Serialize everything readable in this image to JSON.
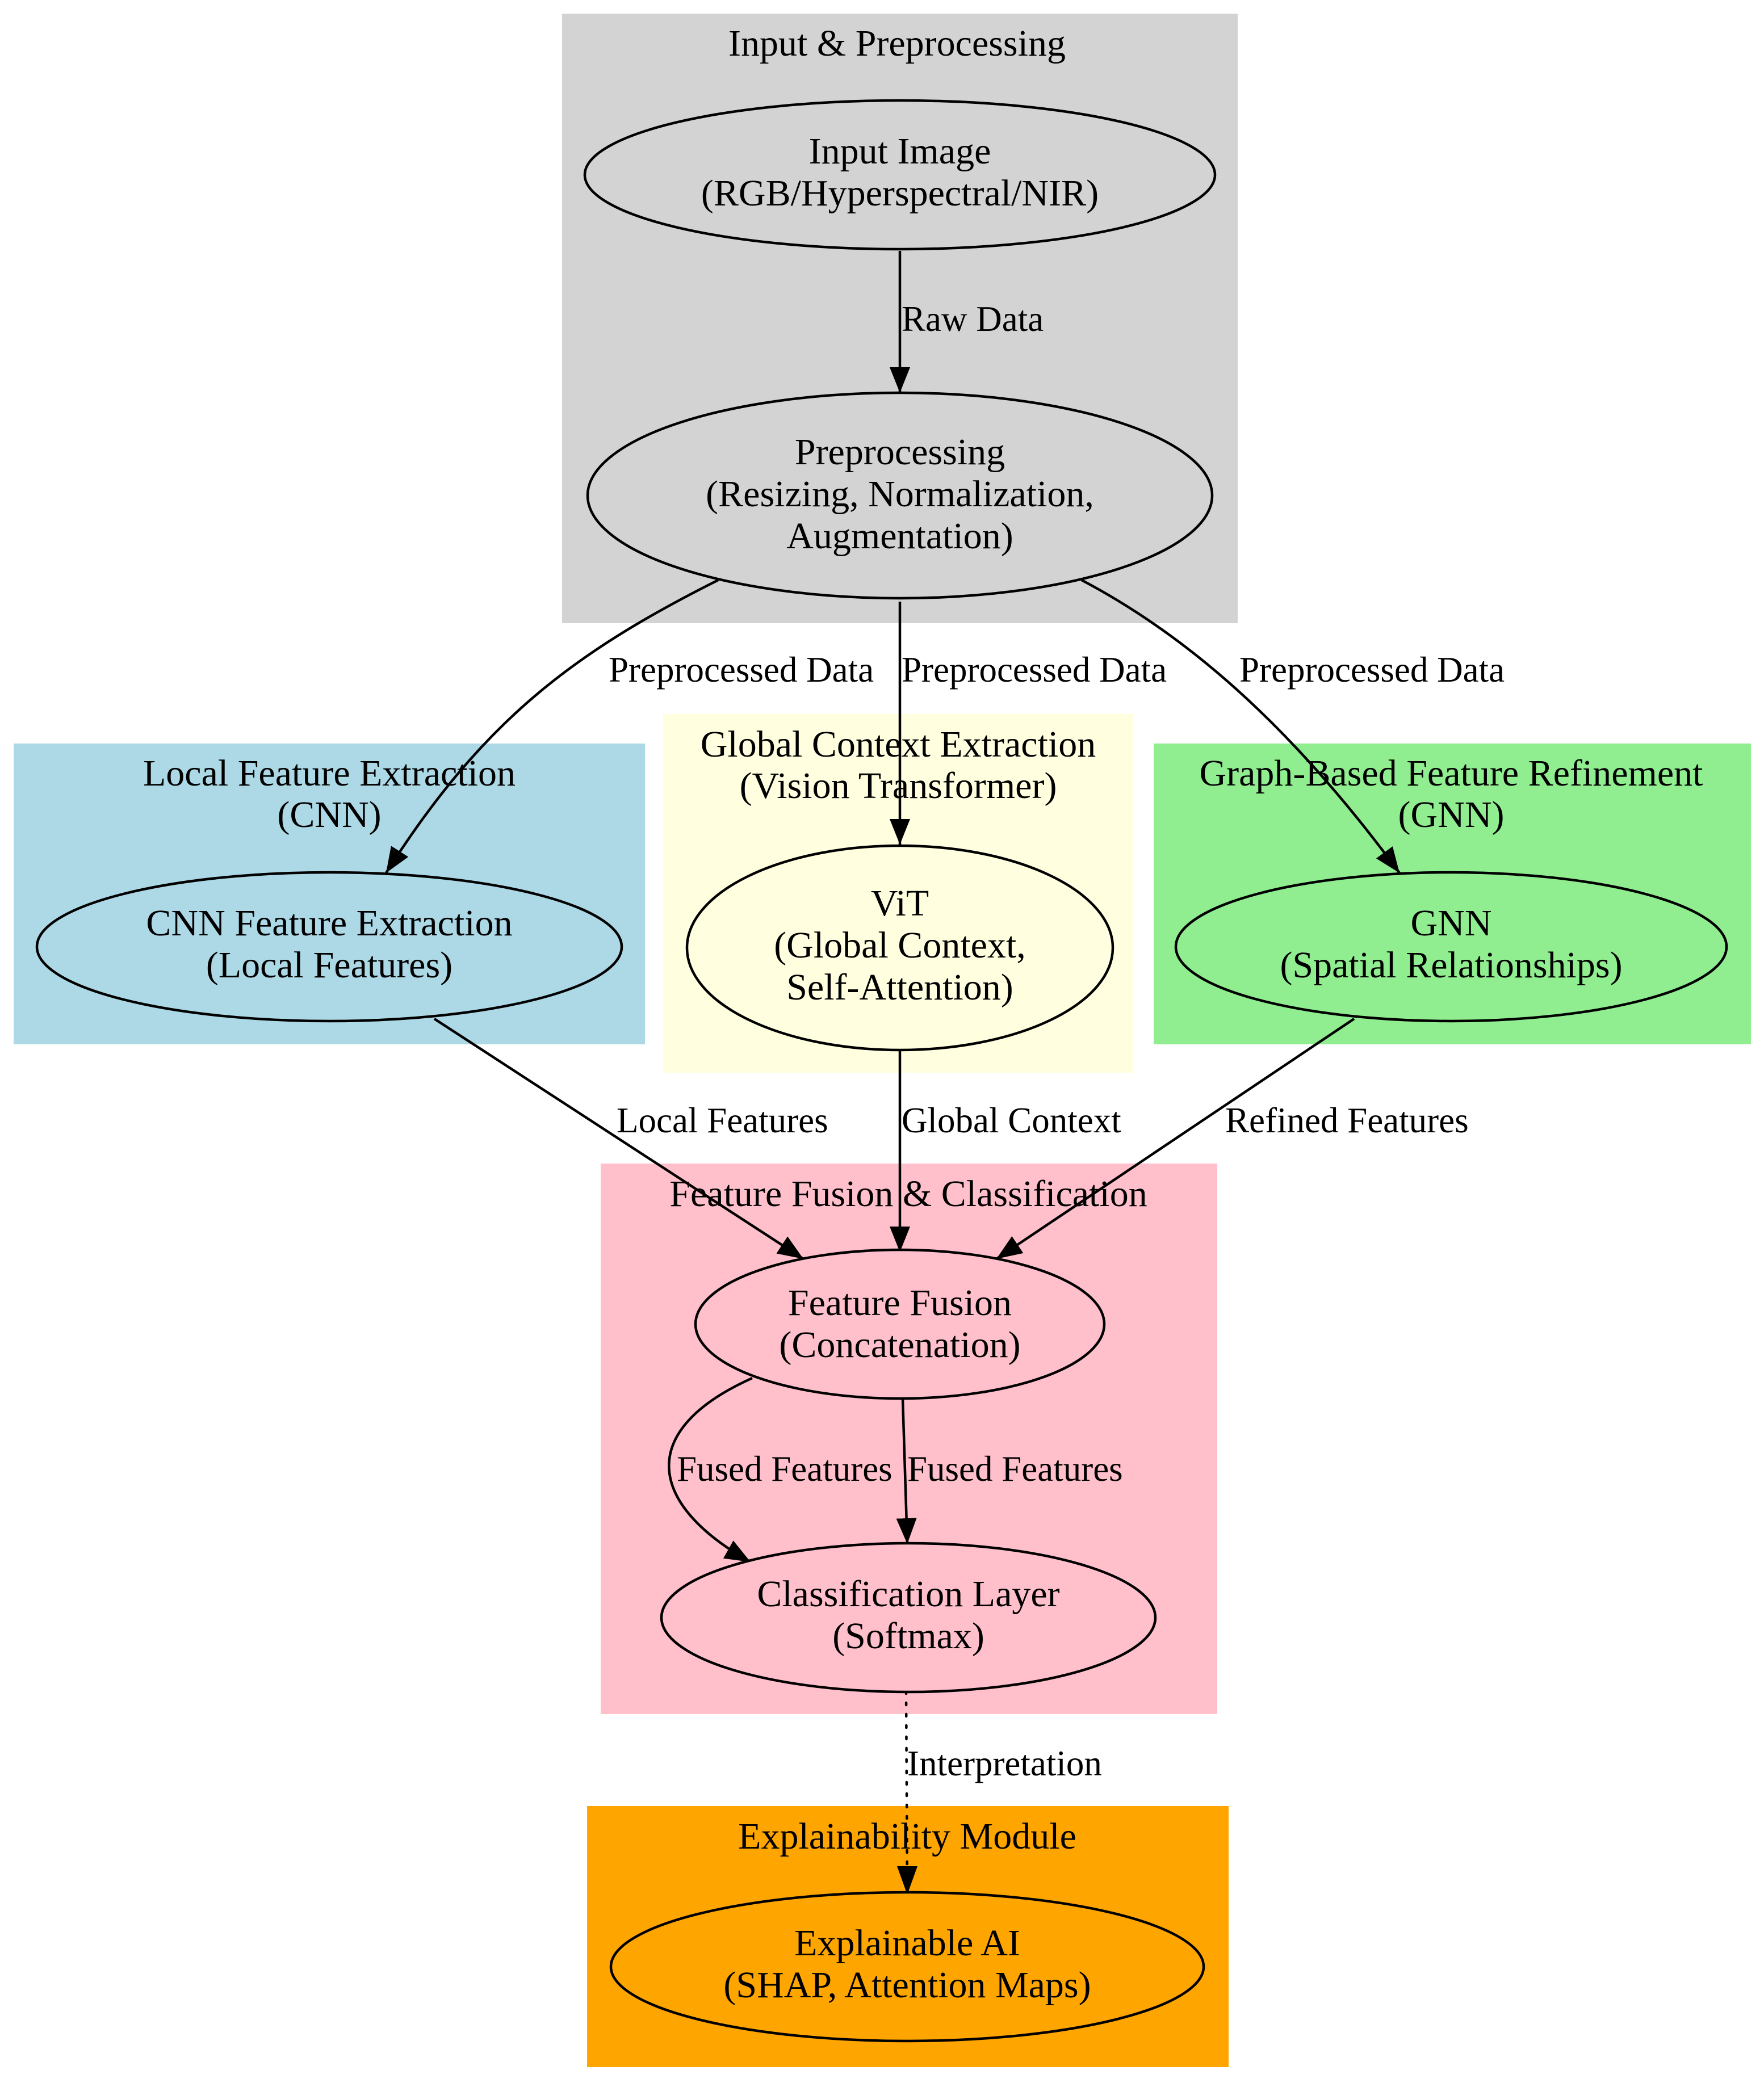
{
  "clusters": {
    "input": {
      "label": "Input & Preprocessing",
      "color": "#d3d3d3"
    },
    "local": {
      "label_line1": "Local Feature Extraction",
      "label_line2": "(CNN)",
      "color": "#add8e6"
    },
    "global": {
      "label_line1": "Global Context Extraction",
      "label_line2": "(Vision Transformer)",
      "color": "#ffffe0"
    },
    "graph": {
      "label_line1": "Graph-Based Feature Refinement",
      "label_line2": "(GNN)",
      "color": "#90ee90"
    },
    "fusion": {
      "label": "Feature Fusion & Classification",
      "color": "#ffc0cb"
    },
    "explain": {
      "label": "Explainability Module",
      "color": "#ffa500"
    }
  },
  "nodes": {
    "input_image": {
      "line1": "Input Image",
      "line2": "(RGB/Hyperspectral/NIR)"
    },
    "preprocessing": {
      "line1": "Preprocessing",
      "line2": "(Resizing, Normalization,",
      "line3": "Augmentation)"
    },
    "cnn": {
      "line1": "CNN Feature Extraction",
      "line2": "(Local Features)"
    },
    "vit": {
      "line1": "ViT",
      "line2": "(Global Context,",
      "line3": "Self-Attention)"
    },
    "gnn": {
      "line1": "GNN",
      "line2": "(Spatial Relationships)"
    },
    "fusion": {
      "line1": "Feature Fusion",
      "line2": "(Concatenation)"
    },
    "classification": {
      "line1": "Classification Layer",
      "line2": "(Softmax)"
    },
    "xai": {
      "line1": "Explainable AI",
      "line2": "(SHAP, Attention Maps)"
    }
  },
  "edges": {
    "raw_data": "Raw Data",
    "pre_to_cnn": "Preprocessed Data",
    "pre_to_vit": "Preprocessed Data",
    "pre_to_gnn": "Preprocessed Data",
    "local_features": "Local Features",
    "global_context": "Global Context",
    "refined_features": "Refined Features",
    "fused_left": "Fused Features",
    "fused_right": "Fused Features",
    "interpretation": "Interpretation"
  }
}
